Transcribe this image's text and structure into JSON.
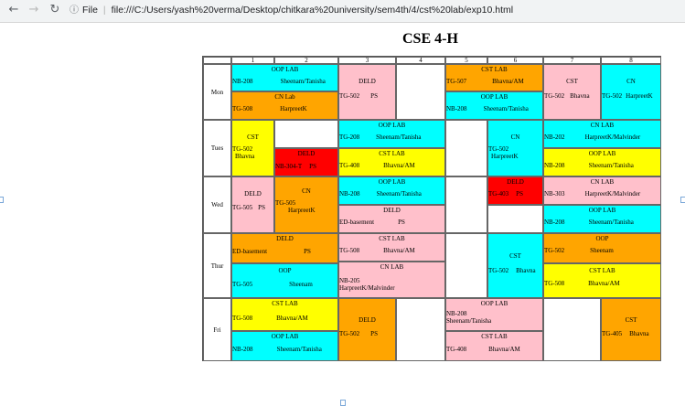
{
  "browser": {
    "url_prefix": "File",
    "url": "file:///C:/Users/yash%20verma/Desktop/chitkara%20university/sem4th/4/cst%20lab/exp10.html"
  },
  "title": "CSE 4-H",
  "periods": [
    "1",
    "2",
    "3",
    "4",
    "5",
    "6",
    "7",
    "8"
  ],
  "days": [
    "Mon",
    "Tues",
    "Wed",
    "Thur",
    "Fri"
  ],
  "slots": {
    "mon_oop": {
      "t": "OOP LAB",
      "a": "NB-208",
      "b": "Sheenam/Tanisha"
    },
    "mon_cn": {
      "t": "CN Lab",
      "a": "TG-508",
      "b": "HarpreetK"
    },
    "mon_deld": {
      "t": "DELD",
      "a": "TG-502",
      "b": "PS"
    },
    "mon_cst_lab": {
      "t": "CST LAB",
      "a": "TG-507",
      "b": "Bhavna/AM"
    },
    "mon_oop2": {
      "t": "OOP LAB",
      "a": "NB-208",
      "b": "Sheenam/Tanisha"
    },
    "mon_cst": {
      "t": "CST",
      "a": "TG-502",
      "b": "Bhavna"
    },
    "mon_cn2": {
      "t": "CN",
      "a": "TG-502",
      "b": "HarpreetK"
    },
    "tue_cst": {
      "t": "CST",
      "a": "TG-502",
      "b": "Bhavna"
    },
    "tue_deld": {
      "t": "DELD",
      "a": "NB-304-T",
      "b": "PS"
    },
    "tue_oop": {
      "t": "OOP LAB",
      "a": "TG-208",
      "b": "Sheenam/Tanisha"
    },
    "tue_cst_lab": {
      "t": "CST LAB",
      "a": "TG-408",
      "b": "Bhavna/AM"
    },
    "tue_cn": {
      "t": "CN",
      "a": "TG-502",
      "b": "HarpreetK"
    },
    "tue_cn_lab": {
      "t": "CN LAB",
      "a": "NB-202",
      "b": "HarpreetK/Malvinder"
    },
    "tue_oop2": {
      "t": "OOP LAB",
      "a": "NB-208",
      "b": "Sheenam/Tanisha"
    },
    "wed_deld": {
      "t": "DELD",
      "a": "TG-505",
      "b": "PS"
    },
    "wed_cn": {
      "t": "CN",
      "a": "TG-505",
      "b": "HarpreetK"
    },
    "wed_oop": {
      "t": "OOP LAB",
      "a": "NB-208",
      "b": "Sheenam/Tanisha"
    },
    "wed_deld2": {
      "t": "DELD",
      "a": "ED-basement",
      "b": "PS"
    },
    "wed_deld3": {
      "t": "DELD",
      "a": "TG-403",
      "b": "PS"
    },
    "wed_cn_lab": {
      "t": "CN LAB",
      "a": "NB-303",
      "b": "HarpreetK/Malvinder"
    },
    "wed_oop2": {
      "t": "OOP LAB",
      "a": "NB-208",
      "b": "Sheenam/Tanisha"
    },
    "thu_deld": {
      "t": "DELD",
      "a": "ED-basement",
      "b": "PS"
    },
    "thu_oop": {
      "t": "OOP",
      "a": "TG-505",
      "b": "Sheenam"
    },
    "thu_cst_lab": {
      "t": "CST LAB",
      "a": "TG-508",
      "b": "Bhavna/AM"
    },
    "thu_cn_lab": {
      "t": "CN LAB",
      "a": "NB-205",
      "b": "HarpreetK/Malvinder"
    },
    "thu_cst": {
      "t": "CST",
      "a": "TG-502",
      "b": "Bhavna"
    },
    "thu_oop2": {
      "t": "OOP",
      "a": "TG-502",
      "b": "Sheenam"
    },
    "thu_cst_lab2": {
      "t": "CST LAB",
      "a": "TG-508",
      "b": "Bhavna/AM"
    },
    "fri_cst_lab": {
      "t": "CST LAB",
      "a": "TG-508",
      "b": "Bhavna/AM"
    },
    "fri_oop": {
      "t": "OOP LAB",
      "a": "NB-208",
      "b": "Sheenam/Tanisha"
    },
    "fri_deld": {
      "t": "DELD",
      "a": "TG-502",
      "b": "PS"
    },
    "fri_oop_lab": {
      "t": "OOP LAB",
      "a": "NB-208",
      "b": "Sheenam/Tanisha"
    },
    "fri_cst_lab2": {
      "t": "CST LAB",
      "a": "TG-408",
      "b": "Bhavna/AM"
    },
    "fri_cst": {
      "t": "CST",
      "a": "TG-405",
      "b": "Bhavna"
    }
  },
  "colors": {
    "yellow": "#ffff00",
    "cyan": "#00ffff",
    "orange": "#ffa500",
    "pink": "#ffc0cb",
    "red": "#ff0000"
  }
}
